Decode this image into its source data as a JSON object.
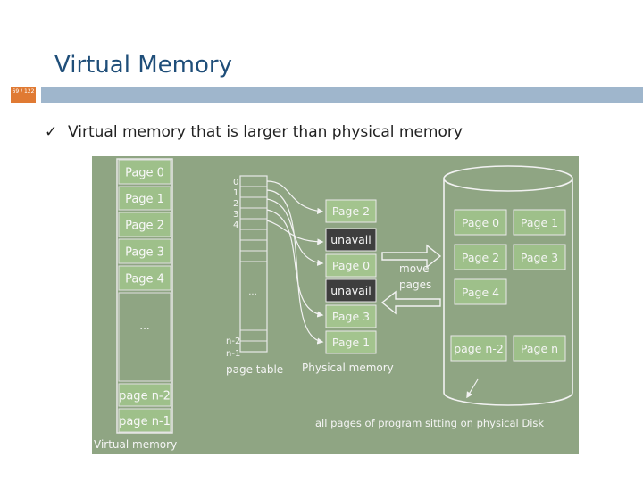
{
  "slide": {
    "title": "Virtual Memory",
    "slide_number": "69 / 122",
    "bullet": "Virtual memory that is larger than physical memory"
  },
  "diagram": {
    "virtual_memory": {
      "pages": [
        "Page 0",
        "Page 1",
        "Page 2",
        "Page 3",
        "Page 4",
        "...",
        "page n-2",
        "page n-1"
      ],
      "label": "Virtual memory"
    },
    "page_table": {
      "indices": [
        "0",
        "1",
        "2",
        "3",
        "4",
        "...",
        "n-2",
        "n-1"
      ],
      "label": "page table"
    },
    "physical_memory": {
      "frames": [
        "Page 2",
        "unavail",
        "Page 0",
        "unavail",
        "Page 3",
        "Page 1"
      ],
      "label": "Physical memory"
    },
    "move_label": [
      "move",
      "pages"
    ],
    "disk": {
      "pages": [
        "Page 0",
        "Page 1",
        "Page 2",
        "Page 3",
        "Page 4",
        "page n-2",
        "Page n"
      ],
      "caption": "all pages of program sitting on physical Disk"
    }
  },
  "colors": {
    "board": "#8fa583",
    "frame": "#a3c48e",
    "unavail": "#3e3e3e",
    "title": "#1f4e79",
    "accent": "#e07a33",
    "bar": "#9fb6cc"
  }
}
